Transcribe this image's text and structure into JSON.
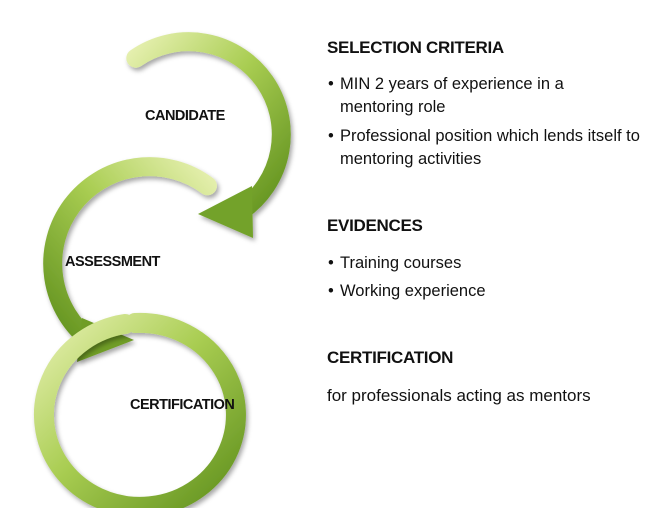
{
  "colors": {
    "arrow_light": "#dcea9c",
    "arrow_mid": "#a8cc4e",
    "arrow_dark": "#5e8f1c",
    "text": "#111111"
  },
  "stages": [
    {
      "label": "CANDIDATE"
    },
    {
      "label": "ASSESSMENT"
    },
    {
      "label": "CERTIFICATION"
    }
  ],
  "sections": {
    "selection": {
      "heading": "SELECTION CRITERIA",
      "items": [
        "MIN 2 years of experience in a mentoring role",
        "Professional position which lends itself to mentoring activities"
      ]
    },
    "evidences": {
      "heading": "EVIDENCES",
      "items": [
        "Training courses",
        "Working experience"
      ]
    },
    "certification": {
      "heading": "CERTIFICATION",
      "text": "for professionals acting as mentors"
    }
  }
}
